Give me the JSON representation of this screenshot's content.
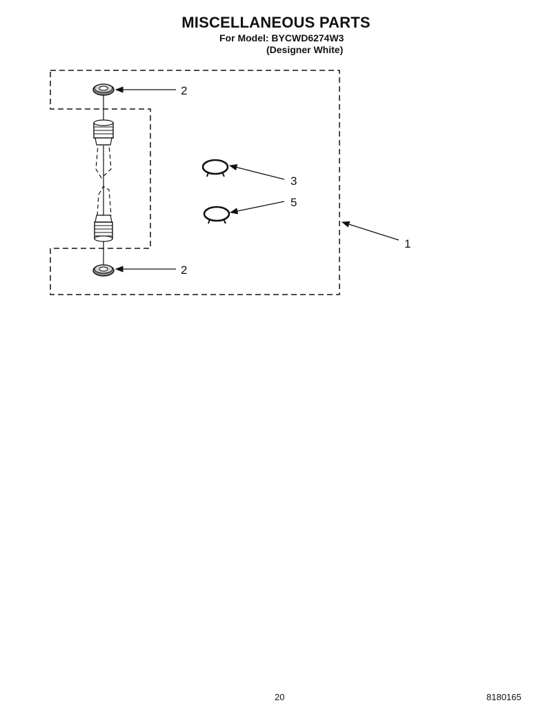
{
  "header": {
    "title": "MISCELLANEOUS PARTS",
    "model_line": "For Model: BYCWD6274W3",
    "variant_line": "(Designer White)"
  },
  "callouts": {
    "washer_top": "2",
    "washer_bottom": "2",
    "clamp_upper": "3",
    "clamp_lower": "5",
    "kit": "1"
  },
  "footer": {
    "page_number": "20",
    "doc_number": "8180165"
  }
}
